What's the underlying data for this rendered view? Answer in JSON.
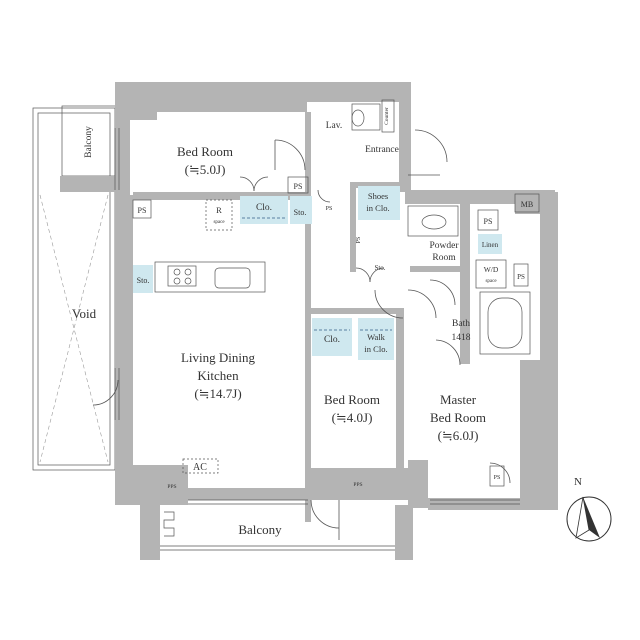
{
  "rooms": {
    "bedroom1": {
      "name": "Bed Room",
      "size": "(≒5.0J)"
    },
    "bedroom2": {
      "name": "Bed Room",
      "size": "(≒4.0J)"
    },
    "master": {
      "line1": "Master",
      "line2": "Bed Room",
      "size": "(≒6.0J)"
    },
    "ldk": {
      "line1": "Living Dining",
      "line2": "Kitchen",
      "size": "(≒14.7J)"
    },
    "powder": {
      "line1": "Powder",
      "line2": "Room"
    },
    "bath": {
      "line1": "Bath",
      "line2": "1418"
    },
    "entrance": "Entrance",
    "lav": "Lav.",
    "void": "Void"
  },
  "storage": {
    "clo1": "Clo.",
    "clo2": "Clo.",
    "sto1": "Sto.",
    "sto2": "Sto.",
    "sto3": "Sto.",
    "shoes_line1": "Shoes",
    "shoes_line2": "in Clo.",
    "walk_line1": "Walk",
    "walk_line2": "in Clo.",
    "linen": "Linen",
    "wd_line1": "W/D",
    "wd_line2": "space",
    "r_line1": "R",
    "r_line2": "space",
    "counter": "Counter"
  },
  "shafts": {
    "ps1": "PS",
    "ps2": "PS",
    "ps3": "PS",
    "ps4": "PS",
    "ps5": "PS",
    "ps6": "PS",
    "ps7": "PS",
    "mb": "MB",
    "pps1": "PPS",
    "pps2": "PPS",
    "ac": "AC"
  },
  "balconies": {
    "west": "Balcony",
    "south": "Balcony"
  },
  "compass": {
    "north": "N"
  }
}
